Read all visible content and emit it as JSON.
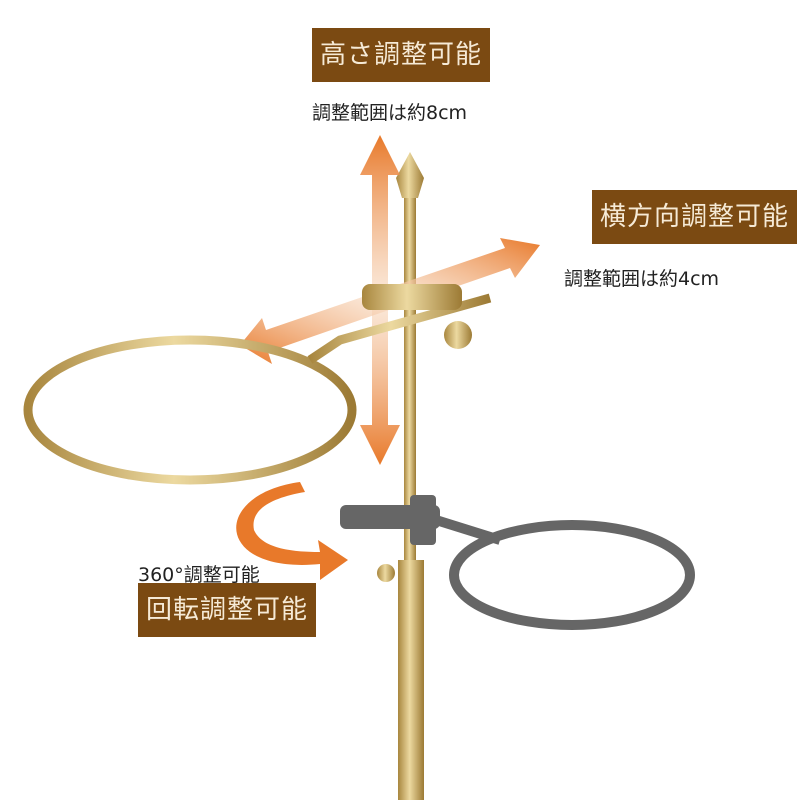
{
  "labels": {
    "height_badge": "高さ調整可能",
    "height_range": "調整範囲は約8cm",
    "horizontal_badge": "横方向調整可能",
    "horizontal_range": "調整範囲は約4cm",
    "rotation_note": "360°調整可能",
    "rotation_badge": "回転調整可能"
  },
  "colors": {
    "badge_bg": "#7b4a12",
    "badge_text": "#f6ead6",
    "arrow": "#e8792a",
    "brass": "#c9a85a",
    "gray_ring": "#666666"
  }
}
